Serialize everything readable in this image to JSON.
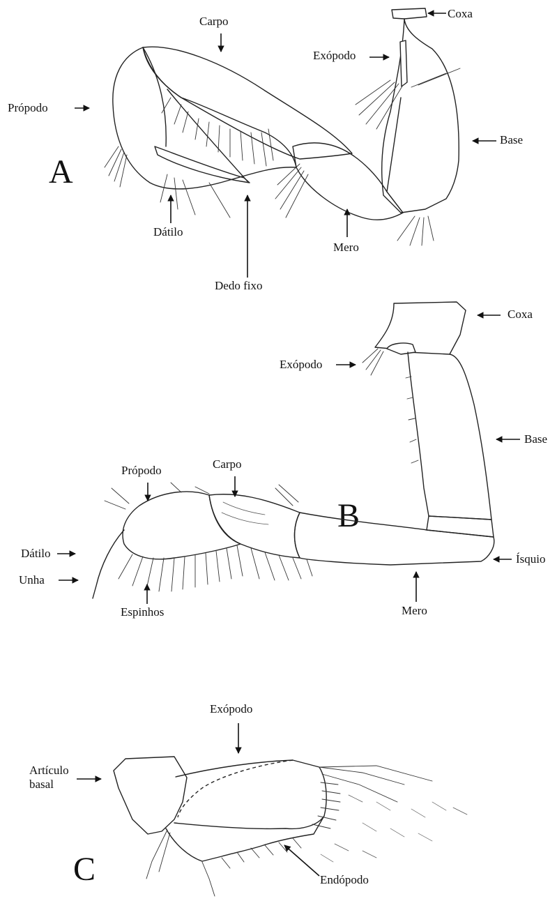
{
  "panels": [
    {
      "letter": "A",
      "labels": {
        "coxa": "Coxa",
        "carpo": "Carpo",
        "exopodo": "Exópodo",
        "propodo": "Própodo",
        "base": "Base",
        "datilo": "Dátilo",
        "mero": "Mero",
        "dedo_fixo": "Dedo fixo"
      }
    },
    {
      "letter": "B",
      "labels": {
        "coxa": "Coxa",
        "exopodo": "Exópodo",
        "base": "Base",
        "propodo": "Própodo",
        "carpo": "Carpo",
        "isquio": "Ísquio",
        "datilo": "Dátilo",
        "unha": "Unha",
        "espinhos": "Espinhos",
        "mero": "Mero"
      }
    },
    {
      "letter": "C",
      "labels": {
        "exopodo": "Exópodo",
        "articulo_basal_1": "Artículo",
        "articulo_basal_2": "basal",
        "endopodo": "Endópodo"
      }
    }
  ]
}
